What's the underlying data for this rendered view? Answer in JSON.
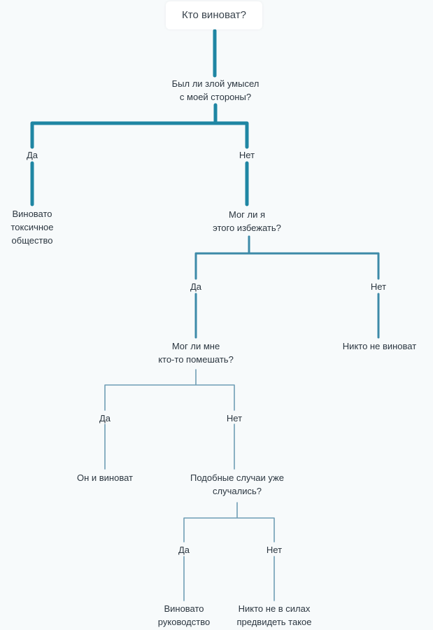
{
  "colors": {
    "thick_line": "#1f86a3",
    "medium_line": "#3d8aa8",
    "thin_line": "#6f9db5",
    "text": "#2b3640",
    "background": "#f7fafb"
  },
  "root": {
    "label": "Кто виноват?"
  },
  "q1": {
    "lines": [
      "Был ли злой умысел",
      "с моей стороны?"
    ],
    "yes": "Да",
    "no": "Нет",
    "yes_result": [
      "Виновато",
      "токсичное",
      "общество"
    ]
  },
  "q2": {
    "lines": [
      "Мог ли я",
      "этого избежать?"
    ],
    "yes": "Да",
    "no": "Нет",
    "no_result": "Никто не виноват"
  },
  "q3": {
    "lines": [
      "Мог ли мне",
      "кто-то помешать?"
    ],
    "yes": "Да",
    "no": "Нет",
    "yes_result": "Он и виноват"
  },
  "q4": {
    "lines": [
      "Подобные случаи уже",
      "случались?"
    ],
    "yes": "Да",
    "no": "Нет",
    "yes_result": [
      "Виновато",
      "руководство"
    ],
    "no_result": [
      "Никто не в силах",
      "предвидеть такое"
    ]
  }
}
